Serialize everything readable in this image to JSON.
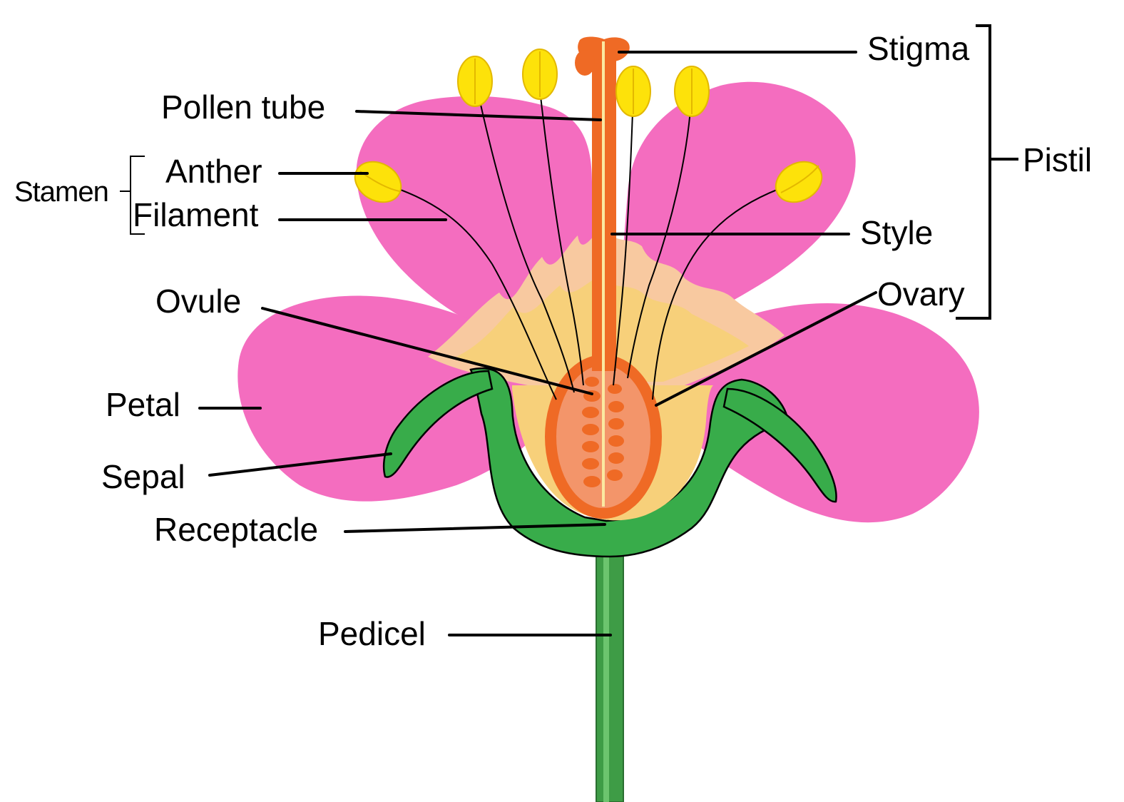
{
  "labels": {
    "stigma": "Stigma",
    "pistil": "Pistil",
    "pollen_tube": "Pollen tube",
    "stamen": "Stamen",
    "anther": "Anther",
    "filament": "Filament",
    "style": "Style",
    "ovule": "Ovule",
    "ovary": "Ovary",
    "petal": "Petal",
    "sepal": "Sepal",
    "receptacle": "Receptacle",
    "pedicel": "Pedicel"
  },
  "colors": {
    "petal": "#f46dbf",
    "nectar_glow": "#f8c9a0",
    "receptacle_fill": "#f7d07a",
    "sepal": "#38ac4a",
    "pedicel": "#3e9c46",
    "pedicel_highlight": "#6cc46e",
    "ovary_wall": "#ef6a25",
    "ovary_fill": "#f3956a",
    "ovule": "#ef6a25",
    "style": "#ef6a25",
    "pollen_tube": "#fbe8a0",
    "anther": "#fde20a",
    "anther_outline": "#e3b800",
    "line": "#000000"
  }
}
